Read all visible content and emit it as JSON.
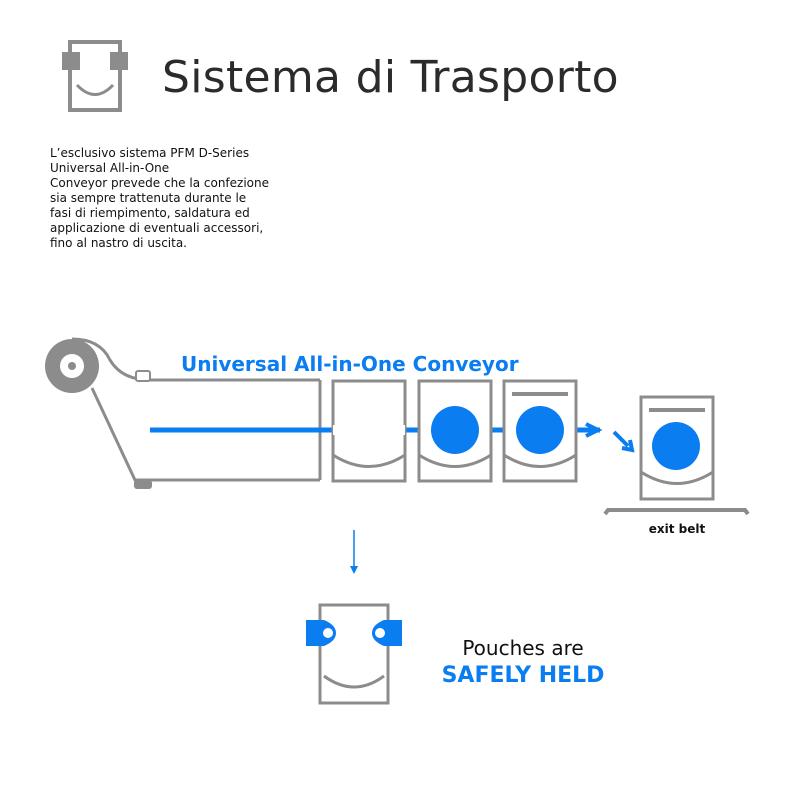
{
  "header": {
    "title": "Sistema di Trasporto",
    "logo_icon": "pouch-gripper-icon"
  },
  "description": {
    "lines": [
      "L’esclusivo sistema PFM D-Series",
      "Universal All-in-One",
      "Conveyor prevede che la confezione",
      "sia sempre trattenuta durante le",
      "fasi di riempimento, saldatura ed",
      "applicazione di eventuali accessori,",
      "fino al nastro di uscita."
    ]
  },
  "diagram": {
    "conveyor_label": "Universal All-in-One Conveyor",
    "exit_label": "exit belt",
    "callout_line1": "Pouches are",
    "callout_line2": "SAFELY HELD",
    "stages": [
      "empty-pouch",
      "filled-pouch",
      "sealed-pouch",
      "exit-pouch"
    ]
  },
  "colors": {
    "accent_blue": "#0a7df0",
    "outline_gray": "#8c8c8c",
    "text_dark": "#2b2b2b"
  }
}
